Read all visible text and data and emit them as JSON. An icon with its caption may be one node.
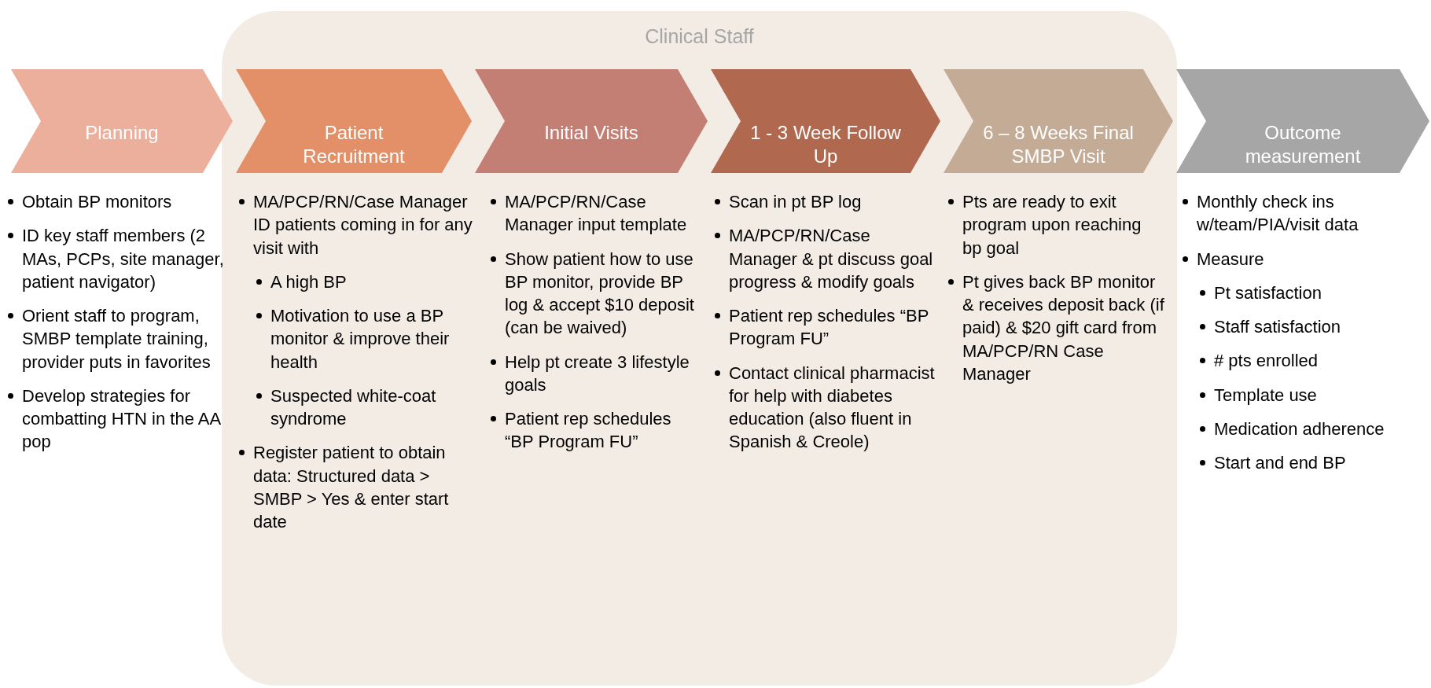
{
  "diagram": {
    "nodes": [
      {
        "text": [
          "Clinical Staff"
        ]
      },
      {
        "text": [
          "Planning"
        ],
        "beside": [
          "Obtain BP monitors",
          "ID key staff members (2 MAs, PCPs, site manager, patient navigator)",
          "Orient staff to program, SMBP template training, provider puts in favorites",
          "Develop strategies for combatting HTN in the AA pop"
        ]
      },
      {
        "text": [
          "Patient Recruitment"
        ],
        "in": 0,
        "beside": [
          "MA/PCP/RN/Case Manager ID patients coming in for any visit with",
          "A high BP",
          "Motivation to use a BP monitor & improve their health",
          "Suspected white-coat syndrome",
          "Register patient to obtain data: Structured data > SMBP > Yes & enter start date"
        ]
      },
      {
        "text": [
          "Initial Visits"
        ],
        "in": 0,
        "beside": [
          "MA/PCP/RN/Case Manager input template",
          "Show patient how to use BP monitor, provide BP log & accept $10 deposit (can be waived)",
          "Help pt create 3 lifestyle goals",
          "Patient rep schedules “BP Program FU”"
        ]
      },
      {
        "text": [
          "1 - 3 Week Follow Up"
        ],
        "in": 0,
        "beside": [
          "Scan in pt BP log",
          "MA/PCP/RN/Case Manager & pt discuss goal progress & modify goals",
          "Patient rep schedules “BP Program FU”",
          "Contact clinical pharmacist for help with diabetes education (also fluent in Spanish & Creole)"
        ]
      },
      {
        "text": [
          "6 – 8 Weeks Final SMBP Visit"
        ],
        "in": 0,
        "beside": [
          "Pts are ready to exit program upon reaching bp goal",
          "Pt gives back BP monitor & receives deposit back (if paid) & $20 gift card from MA/PCP/RN Case Manager"
        ]
      },
      {
        "text": [
          "Outcome measurement"
        ],
        "beside": [
          "Monthly check ins w/team/PIA/visit data",
          "Measure",
          "Pt satisfaction",
          "Staff satisfaction",
          "# pts enrolled",
          "Template use",
          "Medication adherence",
          "Start and end BP"
        ]
      }
    ]
  }
}
